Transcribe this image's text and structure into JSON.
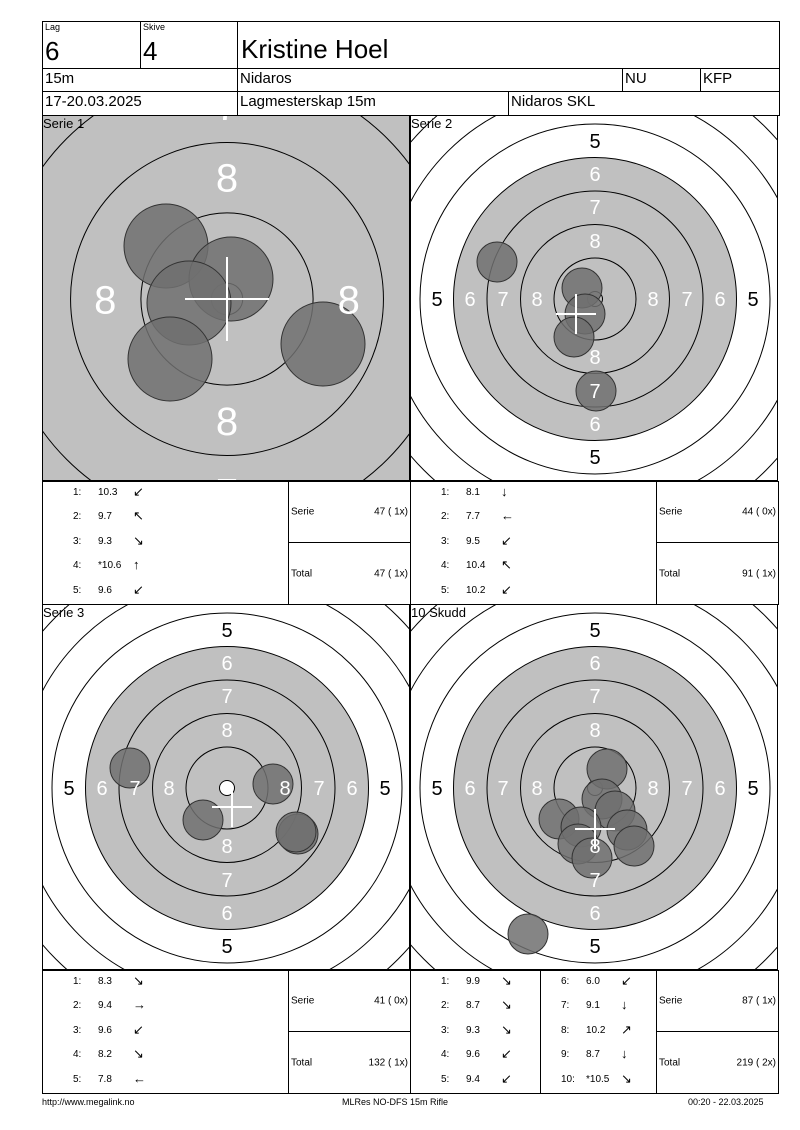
{
  "header": {
    "lag_label": "Lag",
    "lag": "6",
    "skive_label": "Skive",
    "skive": "4",
    "name": "Kristine Hoel",
    "distance": "15m",
    "club": "Nidaros",
    "class1": "NU",
    "class2": "KFP",
    "date": "17-20.03.2025",
    "event": "Lagmesterskap 15m",
    "organizer": "Nidaros SKL"
  },
  "panels": [
    {
      "title": "Serie 1",
      "serie_label": "Serie",
      "serie": "47 ( 1x)",
      "total_label": "Total",
      "total": "47 ( 1x)",
      "shots": [
        {
          "n": "1:",
          "v": "10.3",
          "a": "↙"
        },
        {
          "n": "2:",
          "v": "9.7",
          "a": "↖"
        },
        {
          "n": "3:",
          "v": "9.3",
          "a": "↘"
        },
        {
          "n": "4:",
          "v": "*10.6",
          "a": "↑"
        },
        {
          "n": "5:",
          "v": "9.6",
          "a": "↙"
        }
      ]
    },
    {
      "title": "Serie 2",
      "serie_label": "Serie",
      "serie": "44 ( 0x)",
      "total_label": "Total",
      "total": "91 ( 1x)",
      "shots": [
        {
          "n": "1:",
          "v": "8.1",
          "a": "↓"
        },
        {
          "n": "2:",
          "v": "7.7",
          "a": "←"
        },
        {
          "n": "3:",
          "v": "9.5",
          "a": "↙"
        },
        {
          "n": "4:",
          "v": "10.4",
          "a": "↖"
        },
        {
          "n": "5:",
          "v": "10.2",
          "a": "↙"
        }
      ]
    },
    {
      "title": "Serie 3",
      "serie_label": "Serie",
      "serie": "41 ( 0x)",
      "total_label": "Total",
      "total": "132 ( 1x)",
      "shots": [
        {
          "n": "1:",
          "v": "8.3",
          "a": "↘"
        },
        {
          "n": "2:",
          "v": "9.4",
          "a": "→"
        },
        {
          "n": "3:",
          "v": "9.6",
          "a": "↙"
        },
        {
          "n": "4:",
          "v": "8.2",
          "a": "↘"
        },
        {
          "n": "5:",
          "v": "7.8",
          "a": "←"
        }
      ]
    },
    {
      "title": "10 Skudd",
      "serie_label": "Serie",
      "serie": "87 ( 1x)",
      "total_label": "Total",
      "total": "219 ( 2x)",
      "shots": [
        {
          "n": "1:",
          "v": "9.9",
          "a": "↘"
        },
        {
          "n": "2:",
          "v": "8.7",
          "a": "↘"
        },
        {
          "n": "3:",
          "v": "9.3",
          "a": "↘"
        },
        {
          "n": "4:",
          "v": "9.6",
          "a": "↙"
        },
        {
          "n": "5:",
          "v": "9.4",
          "a": "↙"
        },
        {
          "n": "6:",
          "v": "6.0",
          "a": "↙"
        },
        {
          "n": "7:",
          "v": "9.1",
          "a": "↓"
        },
        {
          "n": "8:",
          "v": "10.2",
          "a": "↗"
        },
        {
          "n": "9:",
          "v": "8.7",
          "a": "↓"
        },
        {
          "n": "10:",
          "v": "*10.5",
          "a": "↘"
        }
      ]
    }
  ],
  "footer": {
    "url": "http://www.megalink.no",
    "software": "MLRes NO-DFS 15m Rifle",
    "timestamp": "00:20 - 22.03.2025"
  },
  "colors": {
    "target_grey": "#c0c0c0",
    "shot": "#707070"
  }
}
